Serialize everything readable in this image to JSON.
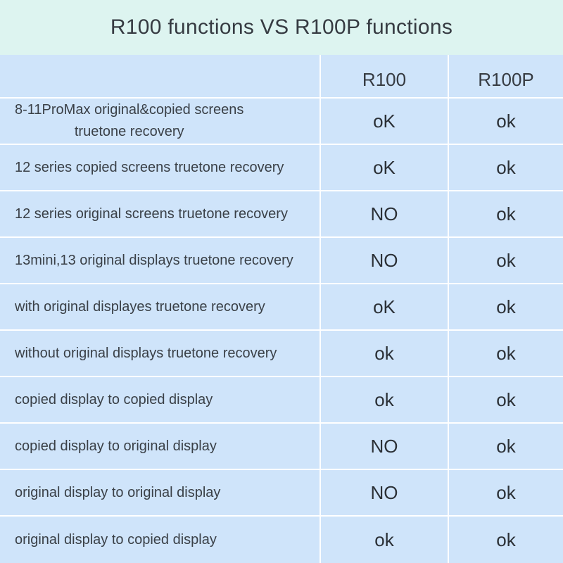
{
  "title": "R100 functions VS R100P functions",
  "table": {
    "columns": [
      "",
      "R100",
      "R100P"
    ],
    "rows": [
      {
        "feature": "8-11ProMax original&copied screens\ntruetone recovery",
        "r100": "oK",
        "r100p": "ok"
      },
      {
        "feature": "12 series copied screens truetone recovery",
        "r100": "oK",
        "r100p": "ok"
      },
      {
        "feature": "12 series original screens truetone recovery",
        "r100": "NO",
        "r100p": "ok"
      },
      {
        "feature": "13mini,13 original displays truetone recovery",
        "r100": "NO",
        "r100p": "ok"
      },
      {
        "feature": "with original displayes truetone recovery",
        "r100": "oK",
        "r100p": "ok"
      },
      {
        "feature": "without original displays truetone recovery",
        "r100": "ok",
        "r100p": "ok"
      },
      {
        "feature": "copied display to copied display",
        "r100": "ok",
        "r100p": "ok"
      },
      {
        "feature": "copied display to original display",
        "r100": "NO",
        "r100p": "ok"
      },
      {
        "feature": "original display to original display",
        "r100": "NO",
        "r100p": "ok"
      },
      {
        "feature": "original display to copied display",
        "r100": "ok",
        "r100p": "ok"
      }
    ]
  },
  "chart_data": {
    "type": "table",
    "title": "R100 functions VS R100P functions",
    "categories": [
      "8-11ProMax original&copied screens truetone recovery",
      "12 series copied screens truetone recovery",
      "12 series original screens truetone recovery",
      "13mini,13 original displays truetone recovery",
      "with original displayes truetone recovery",
      "without original displays truetone recovery",
      "copied display to copied display",
      "copied display to original display",
      "original display to original display",
      "original display to copied display"
    ],
    "series": [
      {
        "name": "R100",
        "values": [
          "oK",
          "oK",
          "NO",
          "NO",
          "oK",
          "ok",
          "ok",
          "NO",
          "NO",
          "ok"
        ]
      },
      {
        "name": "R100P",
        "values": [
          "ok",
          "ok",
          "ok",
          "ok",
          "ok",
          "ok",
          "ok",
          "ok",
          "ok",
          "ok"
        ]
      }
    ]
  },
  "colors": {
    "mint": "#ddf4f0",
    "cellblue": "#cfe4fa",
    "gap": "#ffffff",
    "title-ink": "#363b42",
    "feature-ink": "#3a4047",
    "value-ink": "#2b3036"
  }
}
